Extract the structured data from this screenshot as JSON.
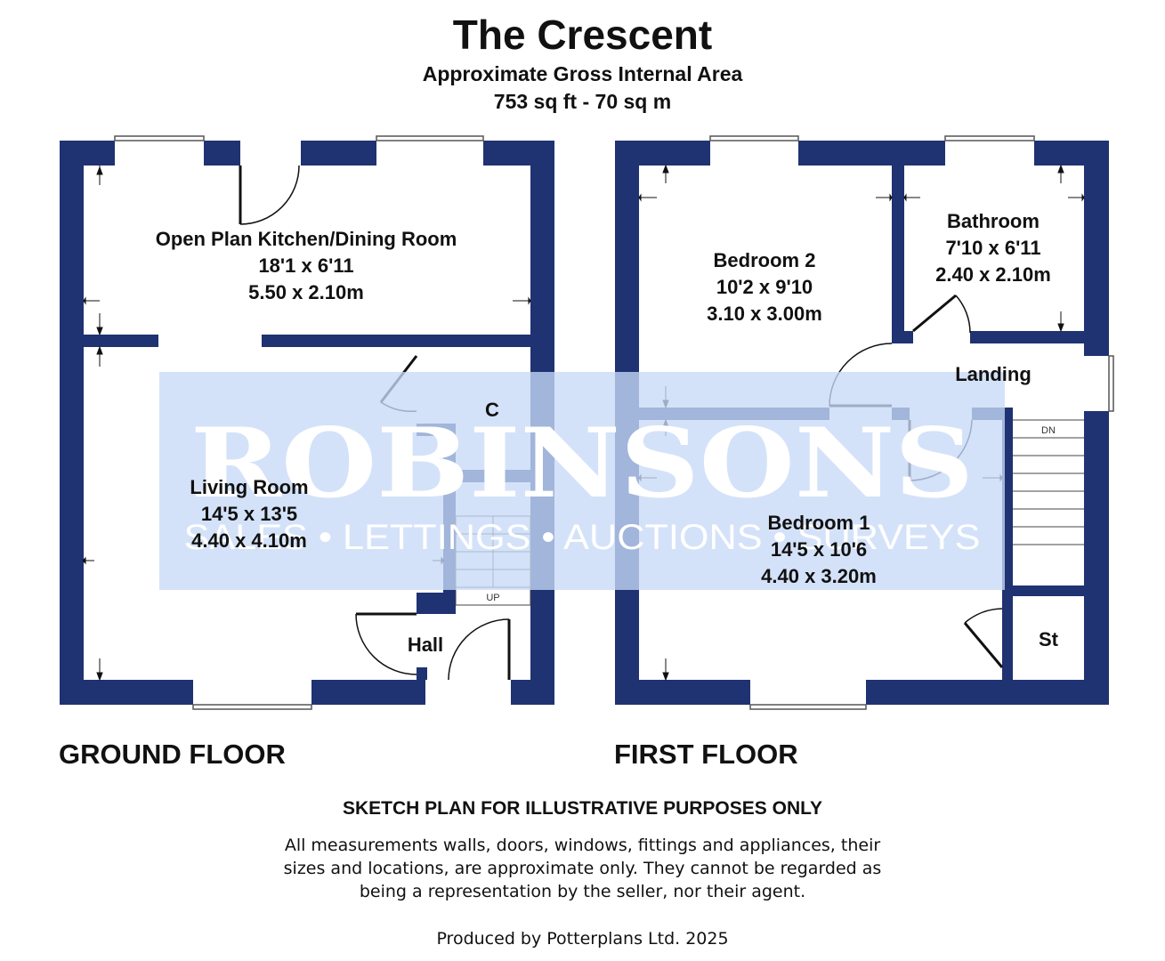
{
  "header": {
    "title": "The Crescent",
    "subtitle": "Approximate Gross Internal Area",
    "area": "753 sq ft - 70 sq m"
  },
  "watermark": {
    "brand": "ROBINSONS",
    "tagline": "SALES • LETTINGS • AUCTIONS • SURVEYS"
  },
  "ground_floor": {
    "label": "GROUND FLOOR",
    "rooms": [
      {
        "name": "Open Plan Kitchen/Dining Room",
        "imperial": "18'1 x 6'11",
        "metric": "5.50 x 2.10m"
      },
      {
        "name": "Living Room",
        "imperial": "14'5 x 13'5",
        "metric": "4.40 x 4.10m"
      },
      {
        "name": "C"
      },
      {
        "name": "Hall"
      }
    ],
    "stairs_label": "UP"
  },
  "first_floor": {
    "label": "FIRST FLOOR",
    "rooms": [
      {
        "name": "Bedroom 2",
        "imperial": "10'2 x 9'10",
        "metric": "3.10 x 3.00m"
      },
      {
        "name": "Bathroom",
        "imperial": "7'10 x 6'11",
        "metric": "2.40 x 2.10m"
      },
      {
        "name": "Landing"
      },
      {
        "name": "Bedroom 1",
        "imperial": "14'5 x 10'6",
        "metric": "4.40 x 3.20m"
      },
      {
        "name": "St"
      }
    ],
    "stairs_label": "DN"
  },
  "footer": {
    "notice": "SKETCH PLAN FOR ILLUSTRATIVE PURPOSES ONLY",
    "disclaimer_lines": [
      "All measurements walls, doors, windows, fittings and appliances, their",
      "sizes and locations, are approximate only. They cannot be regarded as",
      "being a representation by the seller, nor their agent."
    ],
    "credit": "Produced by Potterplans Ltd. 2025"
  },
  "colors": {
    "wall": "#1f3272",
    "watermark_band": "#c8daf7"
  }
}
